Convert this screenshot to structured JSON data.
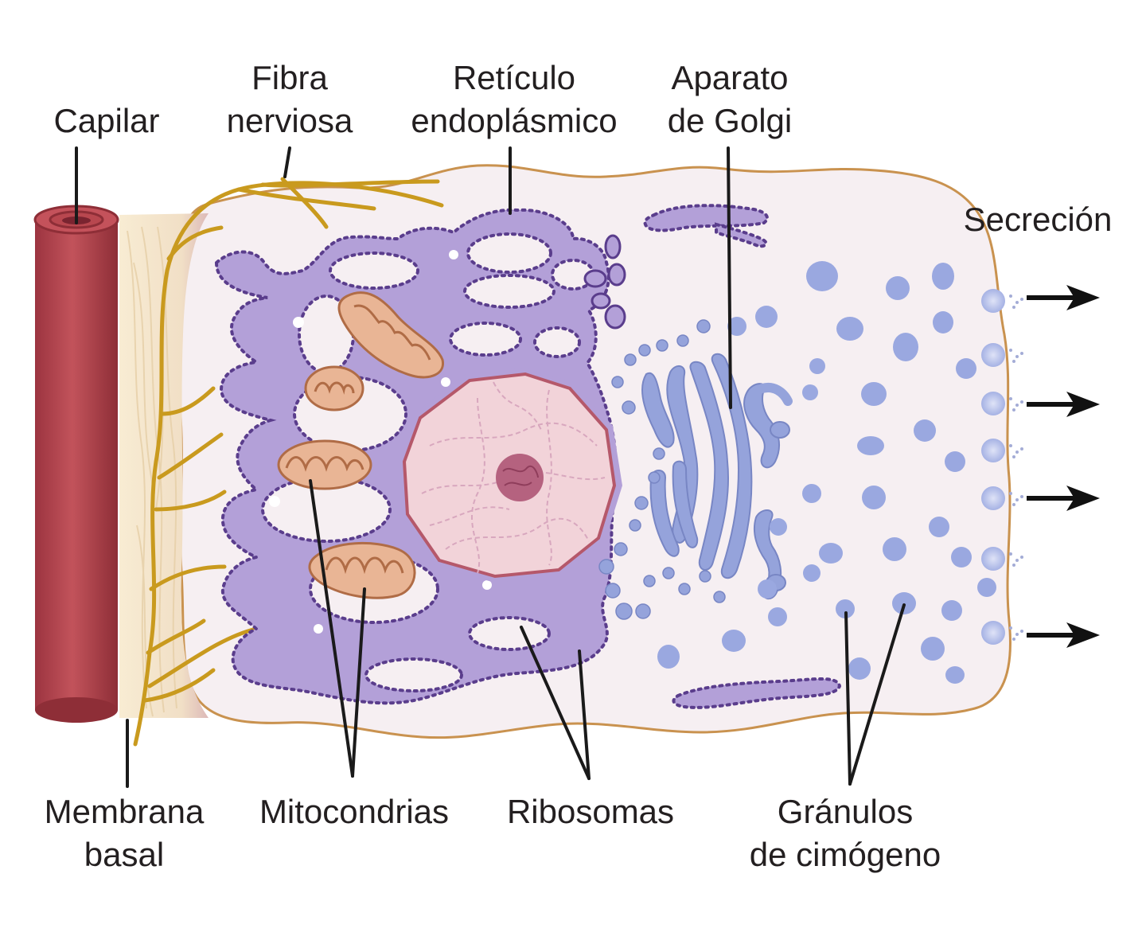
{
  "labels": {
    "capilar": "Capilar",
    "fibra_1": "Fibra",
    "fibra_2": "nerviosa",
    "reticulo_1": "Retículo",
    "reticulo_2": "endoplásmico",
    "golgi_1": "Aparato",
    "golgi_2": "de Golgi",
    "secrecion": "Secreción",
    "membrana_1": "Membrana",
    "membrana_2": "basal",
    "mitocondrias": "Mitocondrias",
    "ribosomas": "Ribosomas",
    "granulos_1": "Gránulos",
    "granulos_2": "de cimógeno"
  },
  "colors": {
    "capillary": "#b8474f",
    "capillary_dark": "#8e2e37",
    "basement": "#f6e6c8",
    "nerve": "#c99a1e",
    "cell_fill": "#f6eff2",
    "cell_outline": "#c9924f",
    "er": "#b3a0d8",
    "er_dark": "#5a3d8c",
    "mito": "#e9b595",
    "mito_outline": "#b06c46",
    "nucleus": "#f2d3d9",
    "nucleus_outline": "#b5586a",
    "nucleolus": "#b5627f",
    "golgi": "#95a3db",
    "granule": "#9aa8e0",
    "arrow": "#111111"
  },
  "granule_count": 40,
  "secretion_arrow_count": 4
}
